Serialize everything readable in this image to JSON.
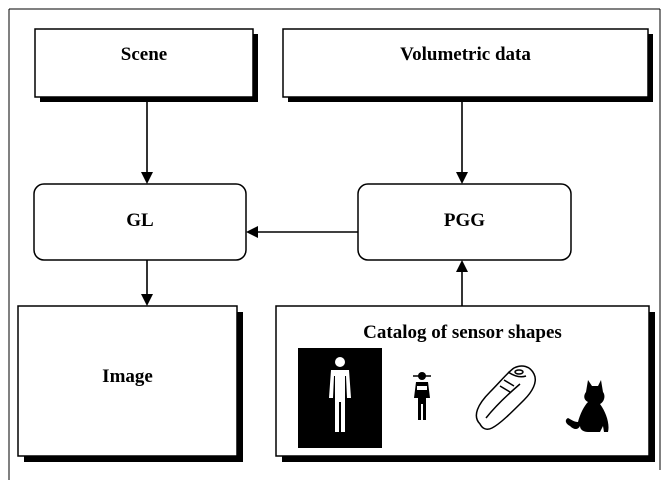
{
  "diagram": {
    "nodes": {
      "scene": "Scene",
      "volumetric": "Volumetric data",
      "gl": "GL",
      "pgg": "PGG",
      "image": "Image",
      "catalog": "Catalog of sensor shapes"
    },
    "catalog_icons": [
      "human-figure-icon",
      "child-figure-icon",
      "shoe-icon",
      "cat-icon"
    ],
    "edges": [
      {
        "from": "scene",
        "to": "gl"
      },
      {
        "from": "volumetric",
        "to": "pgg"
      },
      {
        "from": "pgg",
        "to": "gl"
      },
      {
        "from": "gl",
        "to": "image"
      },
      {
        "from": "catalog",
        "to": "pgg"
      }
    ],
    "colors": {
      "stroke": "#000000",
      "shadow": "#000000",
      "fill": "#ffffff"
    }
  }
}
